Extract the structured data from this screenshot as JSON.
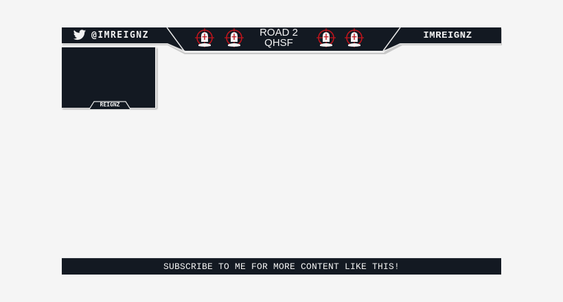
{
  "overlay": {
    "colors": {
      "panel": "#131922",
      "accent_red": "#c0141c",
      "text": "#f2f2f2",
      "background": "#f5f5f5",
      "edge": "#e8e8e8"
    },
    "top_bar": {
      "twitter_icon": "twitter-bird-icon",
      "twitter_handle": "@IMREIGNZ",
      "center_title_line1": "ROAD 2",
      "center_title_line2": "QHSF",
      "crosshair_icons": [
        "crosshair-knight-icon",
        "crosshair-knight-icon",
        "crosshair-knight-icon",
        "crosshair-knight-icon"
      ],
      "right_name": "IMREIGNZ"
    },
    "webcam": {
      "label": "REIGNZ"
    },
    "bottom_bar": {
      "message": "SUBSCRIBE TO ME FOR MORE CONTENT LIKE THIS!"
    }
  }
}
